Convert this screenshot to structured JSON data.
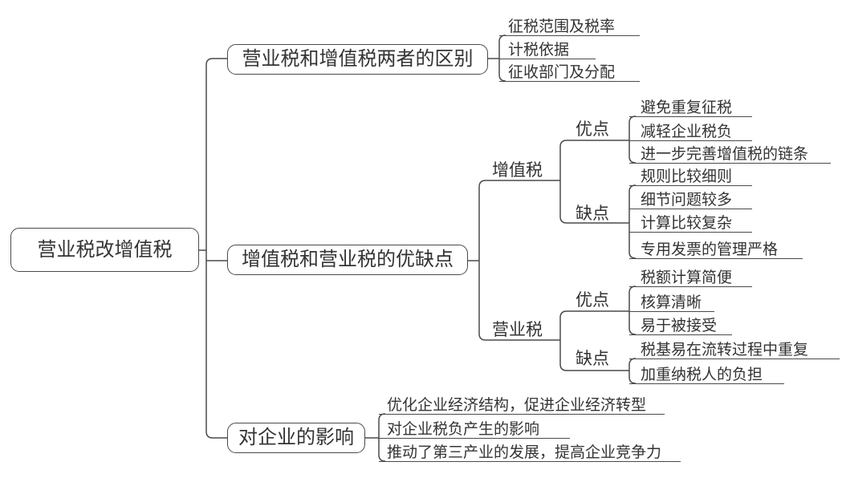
{
  "root": {
    "label": "营业税改增值税"
  },
  "branch_differences": {
    "label": "营业税和增值税两者的区别",
    "children": [
      "征税范围及税率",
      "计税依据",
      "征收部门及分配"
    ]
  },
  "branch_pros_cons": {
    "label": "增值税和营业税的优缺点",
    "vat": {
      "label": "增值税",
      "pros_label": "优点",
      "pros": [
        "避免重复征税",
        "减轻企业税负",
        "进一步完善增值税的链条"
      ],
      "cons_label": "缺点",
      "cons": [
        "规则比较细则",
        "细节问题较多",
        "计算比较复杂",
        "专用发票的管理严格"
      ]
    },
    "business_tax": {
      "label": "营业税",
      "pros_label": "优点",
      "pros": [
        "税额计算简便",
        "核算清晰",
        "易于被接受"
      ],
      "cons_label": "缺点",
      "cons": [
        "税基易在流转过程中重复",
        "加重纳税人的负担"
      ]
    }
  },
  "branch_impact": {
    "label": "对企业的影响",
    "children": [
      "优化企业经济结构，促进企业经济转型",
      "对企业税负产生的影响",
      "推动了第三产业的发展，提高企业竞争力"
    ]
  },
  "colors": {
    "line": "#4a4a4a",
    "text": "#333333",
    "background": "#ffffff"
  }
}
